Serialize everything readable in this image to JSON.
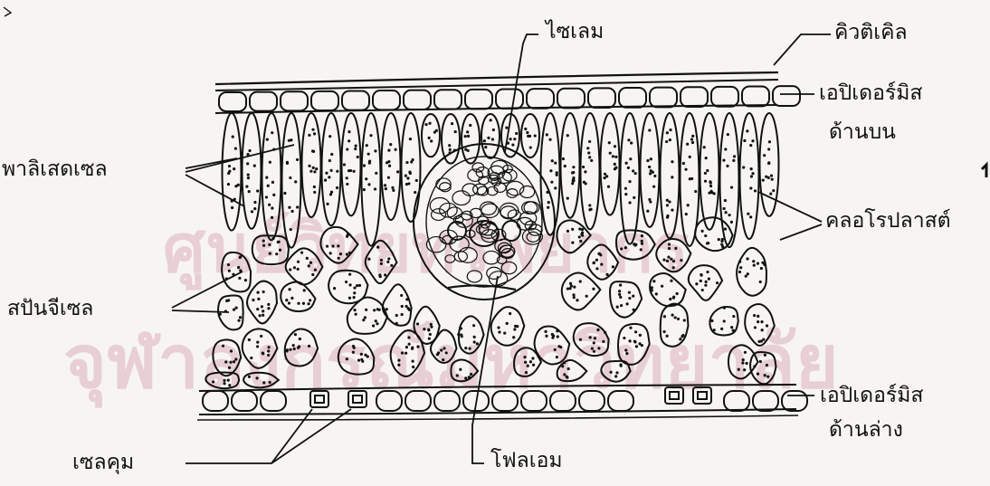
{
  "labels": {
    "xylem": "ไซเลม",
    "cuticle": "คิวติเคิล",
    "upper_epidermis_line1": "เอปิเดอร์มิส",
    "upper_epidermis_line2": "ด้านบน",
    "palisade": "พาลิเสดเซล",
    "chloroplast": "คลอโรปลาสต์",
    "spongy": "สปันจีเซล",
    "lower_epidermis_line1": "เอปิเดอร์มิส",
    "lower_epidermis_line2": "ด้านล่าง",
    "guard_cell": "เซลคุม",
    "phloem": "โฟลเอม"
  },
  "watermark": {
    "line1": "ศูนย์วิทยทรัพยากร",
    "line2": "จุฬาลงกรณ์มหาวิทยาลัย"
  },
  "colors": {
    "ink": "#111111",
    "paper": "#f7f5f1",
    "watermark": "#d6a3b3"
  }
}
